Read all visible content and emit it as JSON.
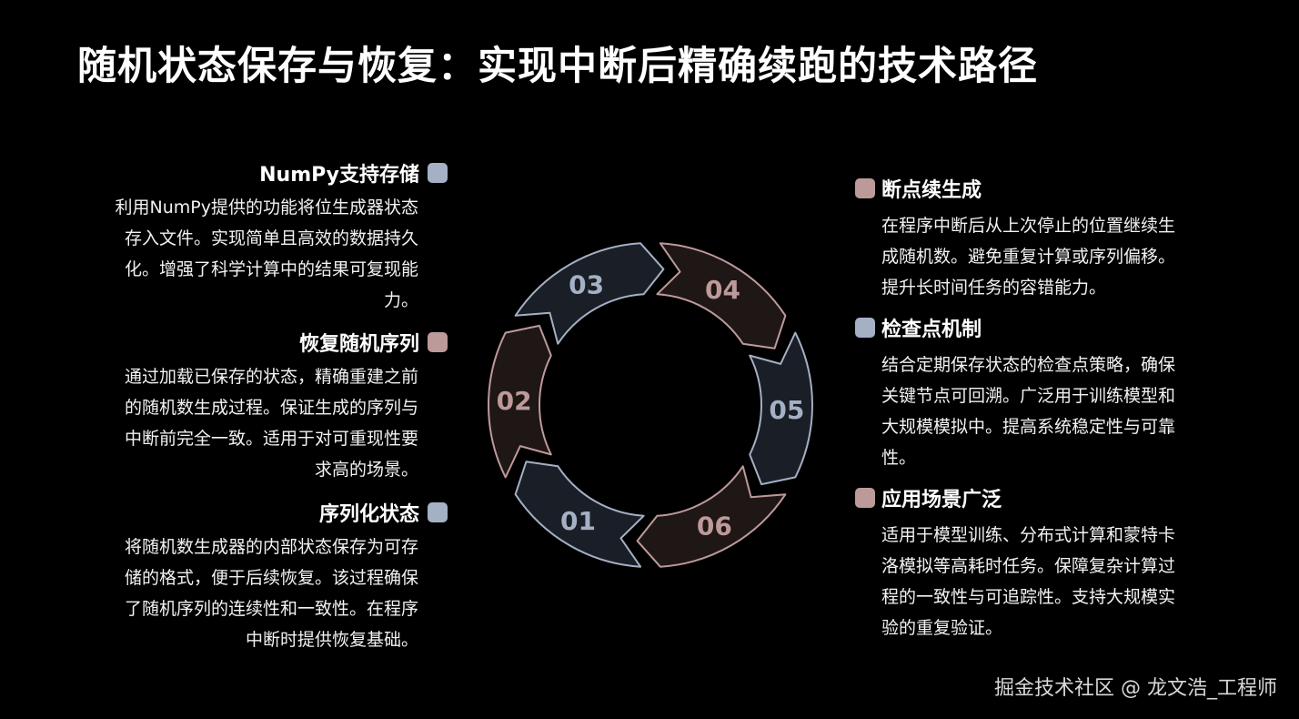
{
  "title": "随机状态保存与恢复：实现中断后精确续跑的技术路径",
  "colors": {
    "blue": "#a4b0c4",
    "rose": "#bd9a9a",
    "blue_fill": "#1a1e26",
    "rose_fill": "#1f1616"
  },
  "left_items": [
    {
      "title": "NumPy支持存储",
      "color": "blue",
      "lines": [
        "利用NumPy提供的功能将位生成器状态",
        "存入文件。实现简单且高效的数据持久",
        "化。增强了科学计算中的结果可复现能",
        "力。"
      ]
    },
    {
      "title": "恢复随机序列",
      "color": "rose",
      "lines": [
        "通过加载已保存的状态，精确重建之前",
        "的随机数生成过程。保证生成的序列与",
        "中断前完全一致。适用于对可重现性要",
        "求高的场景。"
      ]
    },
    {
      "title": "序列化状态",
      "color": "blue",
      "lines": [
        "将随机数生成器的内部状态保存为可存",
        "储的格式，便于后续恢复。该过程确保",
        "了随机序列的连续性和一致性。在程序",
        "中断时提供恢复基础。"
      ]
    }
  ],
  "right_items": [
    {
      "title": "断点续生成",
      "color": "rose",
      "lines": [
        "在程序中断后从上次停止的位置继续生",
        "成随机数。避免重复计算或序列偏移。",
        "提升长时间任务的容错能力。"
      ]
    },
    {
      "title": "检查点机制",
      "color": "blue",
      "lines": [
        "结合定期保存状态的检查点策略，确保",
        "关键节点可回溯。广泛用于训练模型和",
        "大规模模拟中。提高系统稳定性与可靠",
        "性。"
      ]
    },
    {
      "title": "应用场景广泛",
      "color": "rose",
      "lines": [
        "适用于模型训练、分布式计算和蒙特卡",
        "洛模拟等高耗时任务。保障复杂计算过",
        "程的一致性与可追踪性。支持大规模实",
        "验的重复验证。"
      ]
    }
  ],
  "cycle": [
    {
      "label": "01",
      "color": "blue"
    },
    {
      "label": "02",
      "color": "rose"
    },
    {
      "label": "03",
      "color": "blue"
    },
    {
      "label": "04",
      "color": "rose"
    },
    {
      "label": "05",
      "color": "blue"
    },
    {
      "label": "06",
      "color": "rose"
    }
  ],
  "watermark": "掘金技术社区 @ 龙文浩_工程师"
}
